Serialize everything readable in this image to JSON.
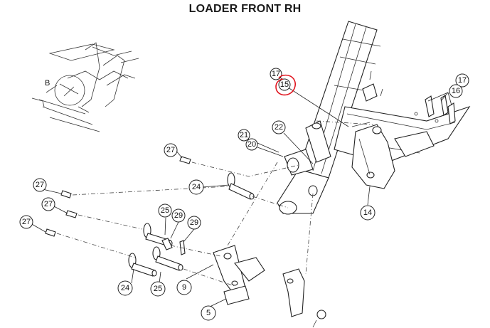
{
  "title": "LOADER FRONT RH",
  "detail_label": "B",
  "callouts": {
    "c5": "5",
    "c9": "9",
    "c14": "14",
    "c15": "15",
    "c16": "16",
    "c17a": "17",
    "c17b": "17",
    "c20": "20",
    "c21": "21",
    "c22": "22",
    "c24a": "24",
    "c24b": "24",
    "c25a": "25",
    "c25b": "25",
    "c27a": "27",
    "c27b": "27",
    "c27c": "27",
    "c27d": "27",
    "c29a": "29",
    "c29b": "29"
  },
  "highlight_color": "#e0141e"
}
